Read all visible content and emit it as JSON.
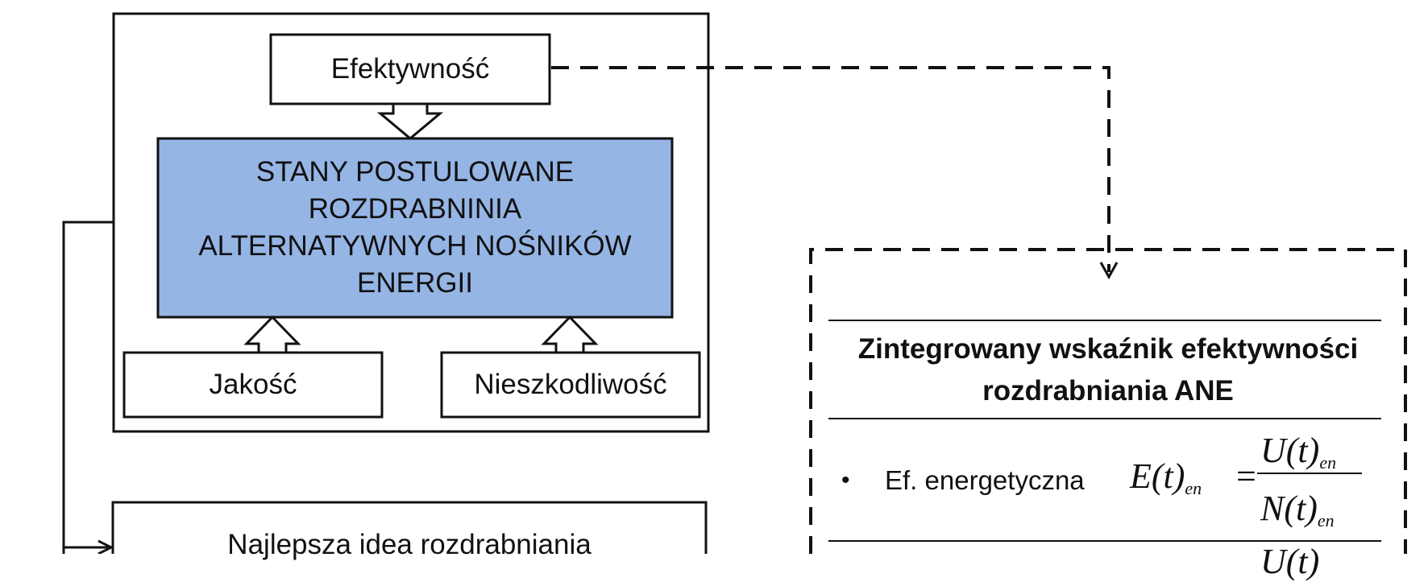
{
  "diagram": {
    "efficiency_box": {
      "label": "Efektywność"
    },
    "main_box": {
      "lines": [
        "STANY POSTULOWANE",
        "ROZDRABNINIA",
        "ALTERNATYWNYCH NOŚNIKÓW",
        "ENERGII"
      ],
      "fill_color": "#95b5e5",
      "border_color": "#111111"
    },
    "quality_box": {
      "label": "Jakość"
    },
    "harmlessness_box": {
      "label": "Nieszkodliwość"
    },
    "idea_box": {
      "label": "Najlepsza idea rozdrabniania"
    },
    "indicator_panel": {
      "title_lines": [
        "Zintegrowany wskaźnik efektywności",
        "rozdrabniania ANE"
      ],
      "bullet": "•",
      "item_label": "Ef. energetyczna",
      "formula": {
        "left": "E(t)",
        "left_sub": "en",
        "equals": "=",
        "numerator": "U(t)",
        "numerator_sub": "en",
        "denominator": "N(t)",
        "denominator_sub": "en",
        "next_numerator_partial": "U(t)"
      }
    }
  }
}
